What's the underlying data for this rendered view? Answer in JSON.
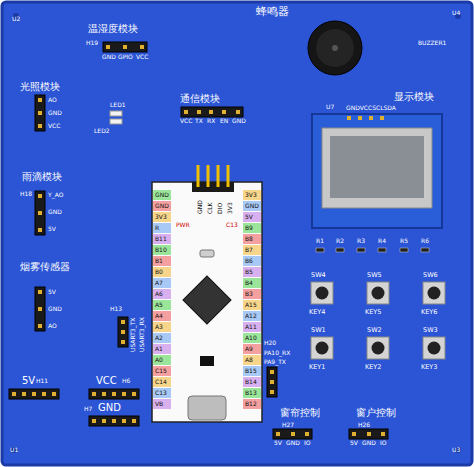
{
  "diagram": {
    "nodes": [
      {
        "text": [
          "温湿度模块",
          "GND",
          "GPIO",
          "VCC"
        ]
      },
      {
        "text": [
          "蜂鸣器",
          "BUZZER1"
        ]
      },
      {
        "text": [
          "光照模块",
          "AO",
          "GND",
          "VCC"
        ]
      },
      {
        "text": [
          "通信模块",
          "VCC",
          "TX",
          "RX",
          "EN",
          "GND"
        ]
      },
      {
        "text": [
          "显示模块",
          "GNDVCCSCLSDA"
        ]
      },
      {
        "text": [
          "雨滴模块",
          "Y_AO",
          "GND",
          "5V"
        ]
      },
      {
        "text": [
          "烟雾传感器",
          "5V",
          "GND",
          "AO"
        ]
      },
      {
        "text": [
          "USART3_TX",
          "USART3_RX"
        ]
      },
      {
        "text": [
          "SW4",
          "KEY4"
        ]
      },
      {
        "text": [
          "SW5",
          "KEY5"
        ]
      },
      {
        "text": [
          "SW6",
          "KEY6"
        ]
      },
      {
        "text": [
          "SW1",
          "KEY1"
        ]
      },
      {
        "text": [
          "SW2",
          "KEY2"
        ]
      },
      {
        "text": [
          "SW3",
          "KEY3"
        ]
      },
      {
        "text": [
          "5V"
        ]
      },
      {
        "text": [
          "VCC"
        ]
      },
      {
        "text": [
          "GND"
        ]
      },
      {
        "text": [
          "PA10_RX",
          "PA9_TX"
        ]
      },
      {
        "text": [
          "窗帘控制",
          "5V",
          "GND",
          "IO"
        ]
      },
      {
        "text": [
          "窗户控制",
          "5V",
          "GND",
          "IO"
        ]
      }
    ],
    "labels": [
      "U2",
      "H19",
      "U4",
      "LED1",
      "LED2",
      "U7",
      "H18",
      "R1",
      "R2",
      "R3",
      "R4",
      "R5",
      "R6",
      "H13",
      "H11",
      "H6",
      "H7",
      "H20",
      "H27",
      "H26",
      "U1",
      "U3",
      "PWR",
      "C13",
      "GND",
      "GND",
      "3V3",
      "R",
      "B11",
      "B10",
      "B1",
      "B0",
      "A7",
      "A6",
      "A5",
      "A4",
      "A3",
      "A2",
      "A1",
      "A0",
      "C15",
      "C14",
      "C13",
      "VB",
      "3V3",
      "GND",
      "5V",
      "B9",
      "B8",
      "B7",
      "B6",
      "B5",
      "B4",
      "B3",
      "A15",
      "A12",
      "A11",
      "A10",
      "A9",
      "A8",
      "B15",
      "B14",
      "B13",
      "B12",
      "GND",
      "CLK",
      "DIO",
      "3V3"
    ]
  }
}
